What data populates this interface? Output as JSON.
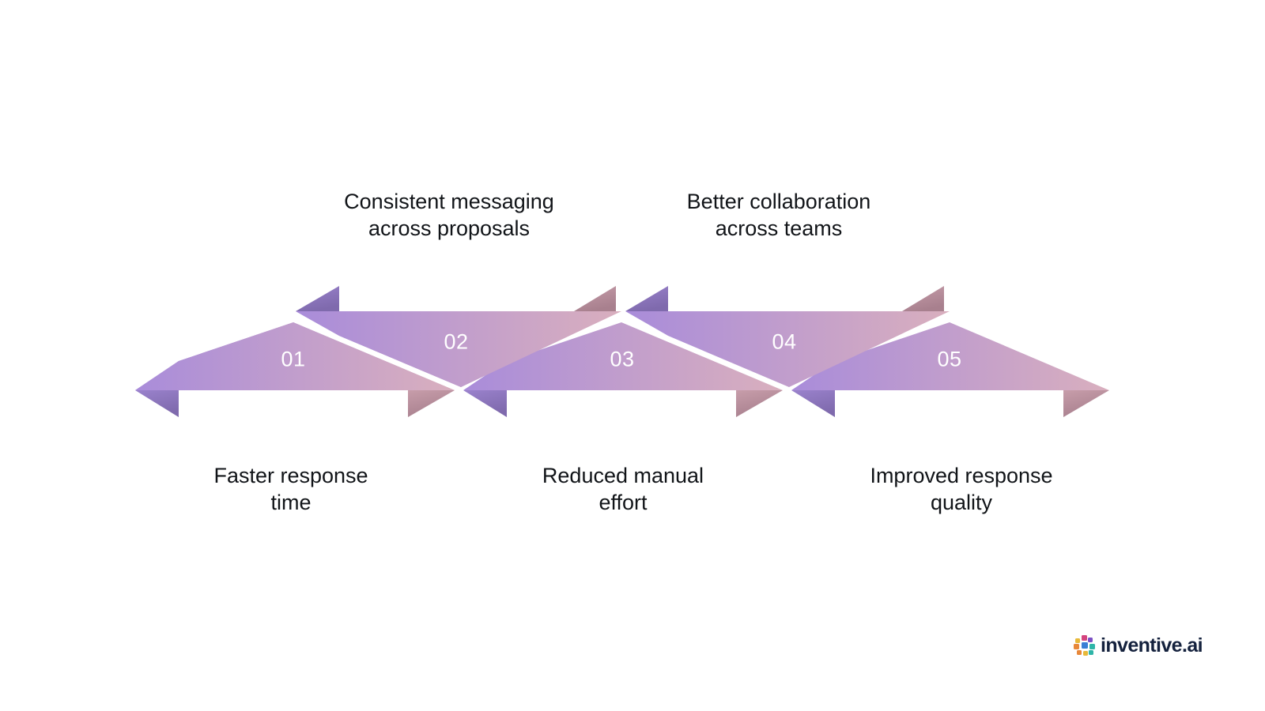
{
  "diagram": {
    "type": "zigzag-arrow-process",
    "steps": [
      {
        "number": "01",
        "label": "Faster response\ntime",
        "position": "bottom",
        "direction": "right"
      },
      {
        "number": "02",
        "label": "Consistent messaging\nacross proposals",
        "position": "top",
        "direction": "left"
      },
      {
        "number": "03",
        "label": "Reduced manual\neffort",
        "position": "bottom",
        "direction": "right"
      },
      {
        "number": "04",
        "label": "Better collaboration\nacross teams",
        "position": "top",
        "direction": "left"
      },
      {
        "number": "05",
        "label": "Improved response\nquality",
        "position": "bottom",
        "direction": "right"
      }
    ],
    "colors": {
      "gradient_start": "#a98cda",
      "gradient_end": "#d9afbe",
      "fold_dark": "#8f7bbd",
      "fold_dark_pink": "#b98f9e",
      "number_text": "#ffffff",
      "label_text": "#111418",
      "background": "#ffffff"
    }
  },
  "brand": {
    "name": "inventive.ai",
    "mark_colors": [
      "#e8883a",
      "#d4447e",
      "#2fb5a8",
      "#7b4fc4",
      "#3a7fd5",
      "#e8b93a",
      "#1f2a44"
    ]
  }
}
